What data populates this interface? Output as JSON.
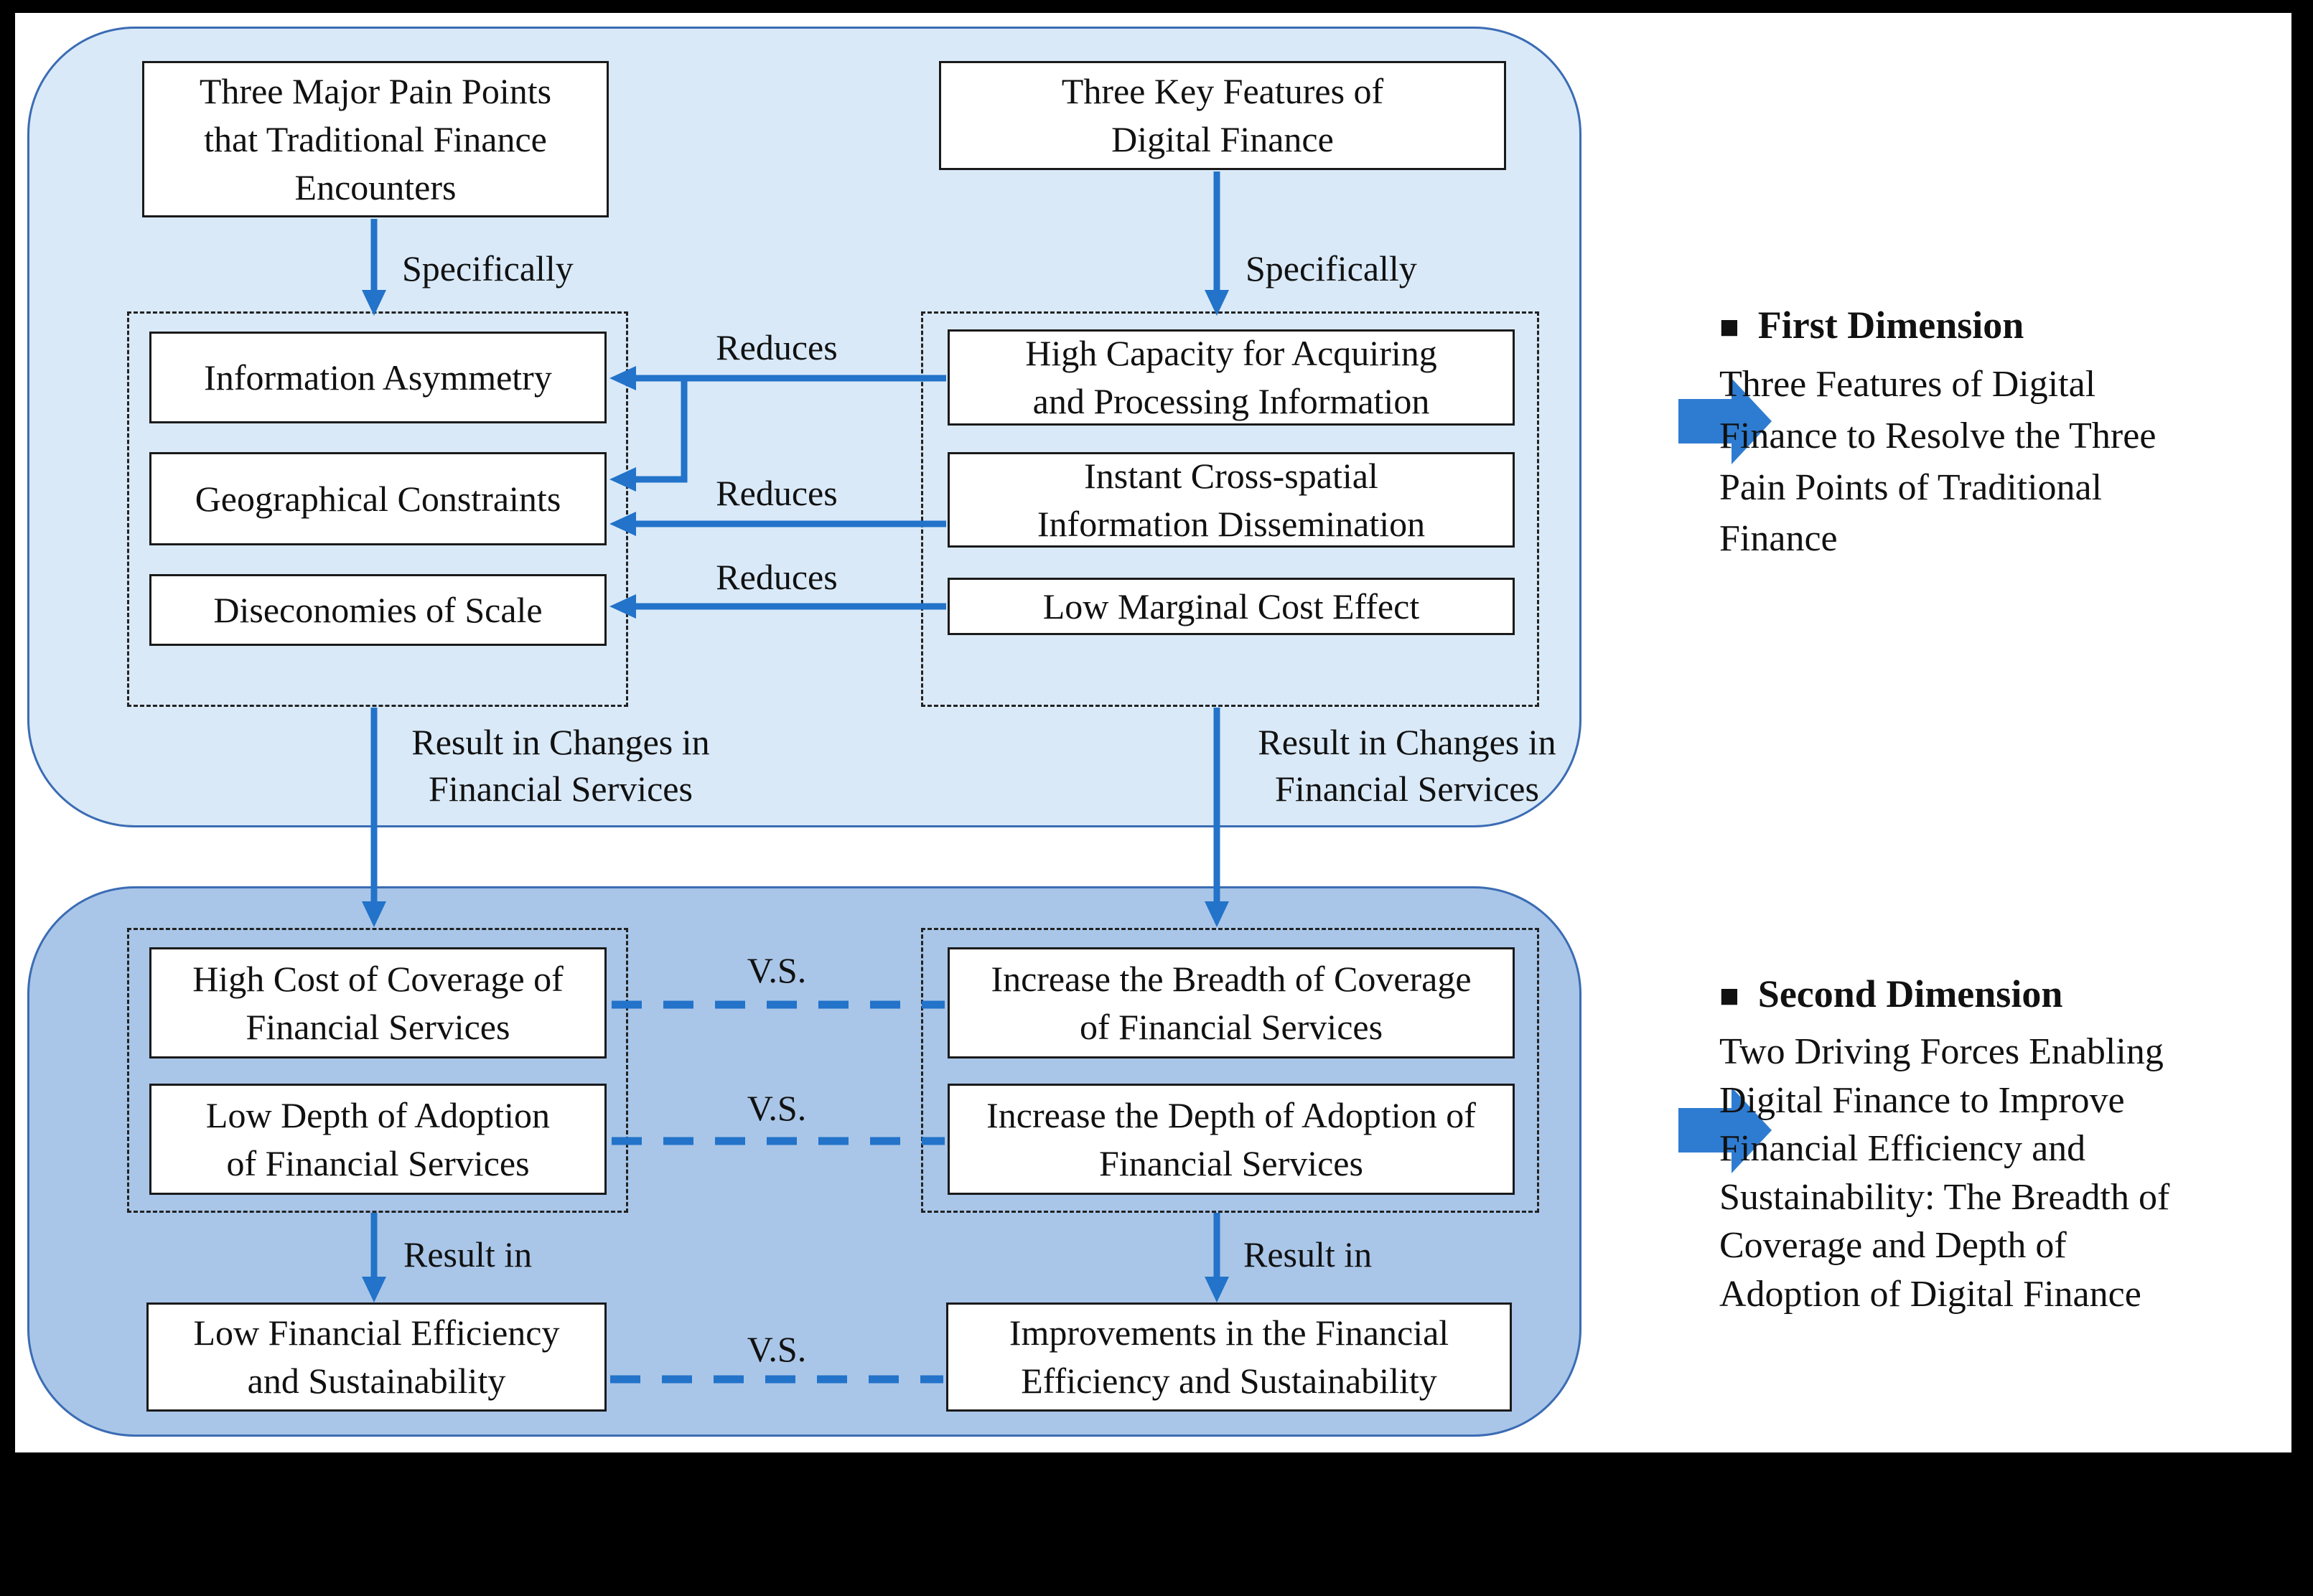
{
  "colors": {
    "frame": "#000000",
    "paper": "#ffffff",
    "container_light_fill": "#d9e9f8",
    "container_dark_fill": "#a9c6e8",
    "container_border": "#3b6cb4",
    "arrow_blue": "#2273c9",
    "block_arrow_blue": "#2e7cd1",
    "box_border": "#1a1a1a",
    "text": "#111111"
  },
  "top_section": {
    "left_header": "Three Major Pain Points that Traditional Finance Encounters",
    "right_header": "Three Key Features of Digital Finance",
    "left_specifically": "Specifically",
    "right_specifically": "Specifically",
    "pain_points": [
      "Information Asymmetry",
      "Geographical Constraints",
      "Diseconomies of Scale"
    ],
    "features": [
      "High Capacity for Acquiring and Processing Information",
      "Instant Cross-spatial Information Dissemination",
      "Low Marginal Cost Effect"
    ],
    "reduces": [
      "Reduces",
      "Reduces",
      "Reduces"
    ],
    "left_result_changes": "Result in Changes in Financial Services",
    "right_result_changes": "Result in Changes in Financial Services"
  },
  "bottom_section": {
    "pain_outcomes": [
      "High Cost of Coverage of Financial Services",
      "Low Depth of Adoption of Financial Services"
    ],
    "digital_outcomes": [
      "Increase the Breadth of Coverage of Financial Services",
      "Increase the Depth of Adoption of Financial Services"
    ],
    "vs": [
      "V.S.",
      "V.S.",
      "V.S."
    ],
    "left_result_in": "Result in",
    "right_result_in": "Result in",
    "left_final": "Low Financial Efficiency and Sustainability",
    "right_final": "Improvements in the Financial Efficiency and Sustainability"
  },
  "annotations": {
    "first": {
      "bullet": "■",
      "title": "First Dimension",
      "body": "Three Features of Digital Finance to Resolve the Three Pain Points of Traditional Finance"
    },
    "second": {
      "bullet": "■",
      "title": "Second Dimension",
      "body": "Two Driving Forces Enabling Digital Finance to Improve Financial Efficiency and Sustainability: The Breadth of Coverage and Depth of Adoption of Digital Finance"
    }
  }
}
